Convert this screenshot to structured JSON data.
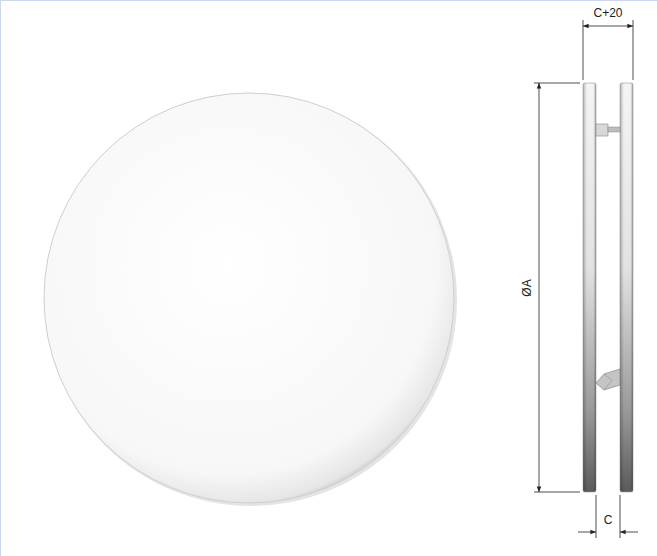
{
  "diagram": {
    "labels": [
      "C+20",
      "ØA",
      "C"
    ]
  }
}
